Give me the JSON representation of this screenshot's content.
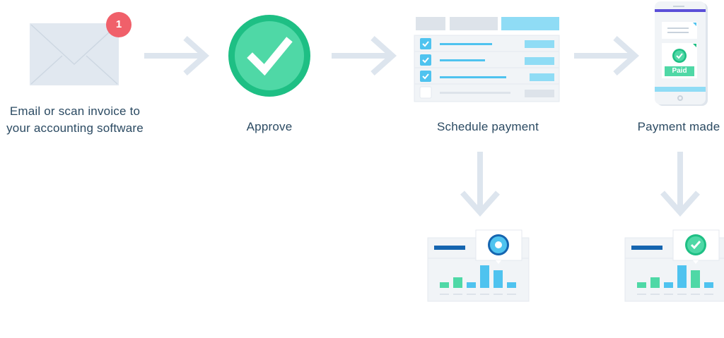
{
  "steps": [
    {
      "id": "email",
      "label_line1": "Email or scan invoice to",
      "label_line2": "your accounting software",
      "badge_count": "1"
    },
    {
      "id": "approve",
      "label": "Approve"
    },
    {
      "id": "schedule",
      "label": "Schedule payment"
    },
    {
      "id": "paid",
      "label": "Payment made",
      "paid_text": "Paid"
    }
  ],
  "colors": {
    "text": "#2b4a62",
    "arrow": "#dde5ee",
    "envelope": "#e1e8f0",
    "badge": "#f0606a",
    "green": "#4fd8a6",
    "green_dark": "#1ebf84",
    "blue": "#4fc3ef",
    "blue_light": "#8fdcf5",
    "navy": "#1565b0",
    "panel": "#f1f4f7",
    "gray": "#dde3ea"
  }
}
